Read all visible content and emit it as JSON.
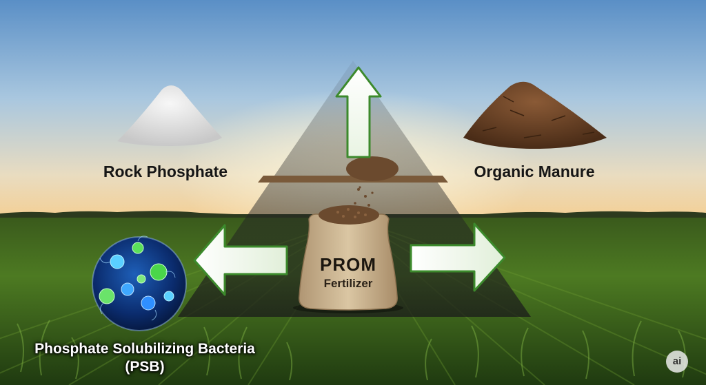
{
  "labels": {
    "rock_phosphate": "Rock Phosphate",
    "organic_manure": "Organic Manure",
    "psb": "Phosphate Solubilizing Bacteria (PSB)",
    "prom": "PROM",
    "fertilizer": "Fertilizer"
  },
  "badge": "ai",
  "colors": {
    "sky_top": "#5f93c9",
    "horizon": "#f3d39a",
    "field": "#3f6a1e",
    "arrow_fill": "#ffffff",
    "arrow_edge": "#3c8a2c",
    "sack": "#c9b08a",
    "granules": "#6b4a2e"
  }
}
